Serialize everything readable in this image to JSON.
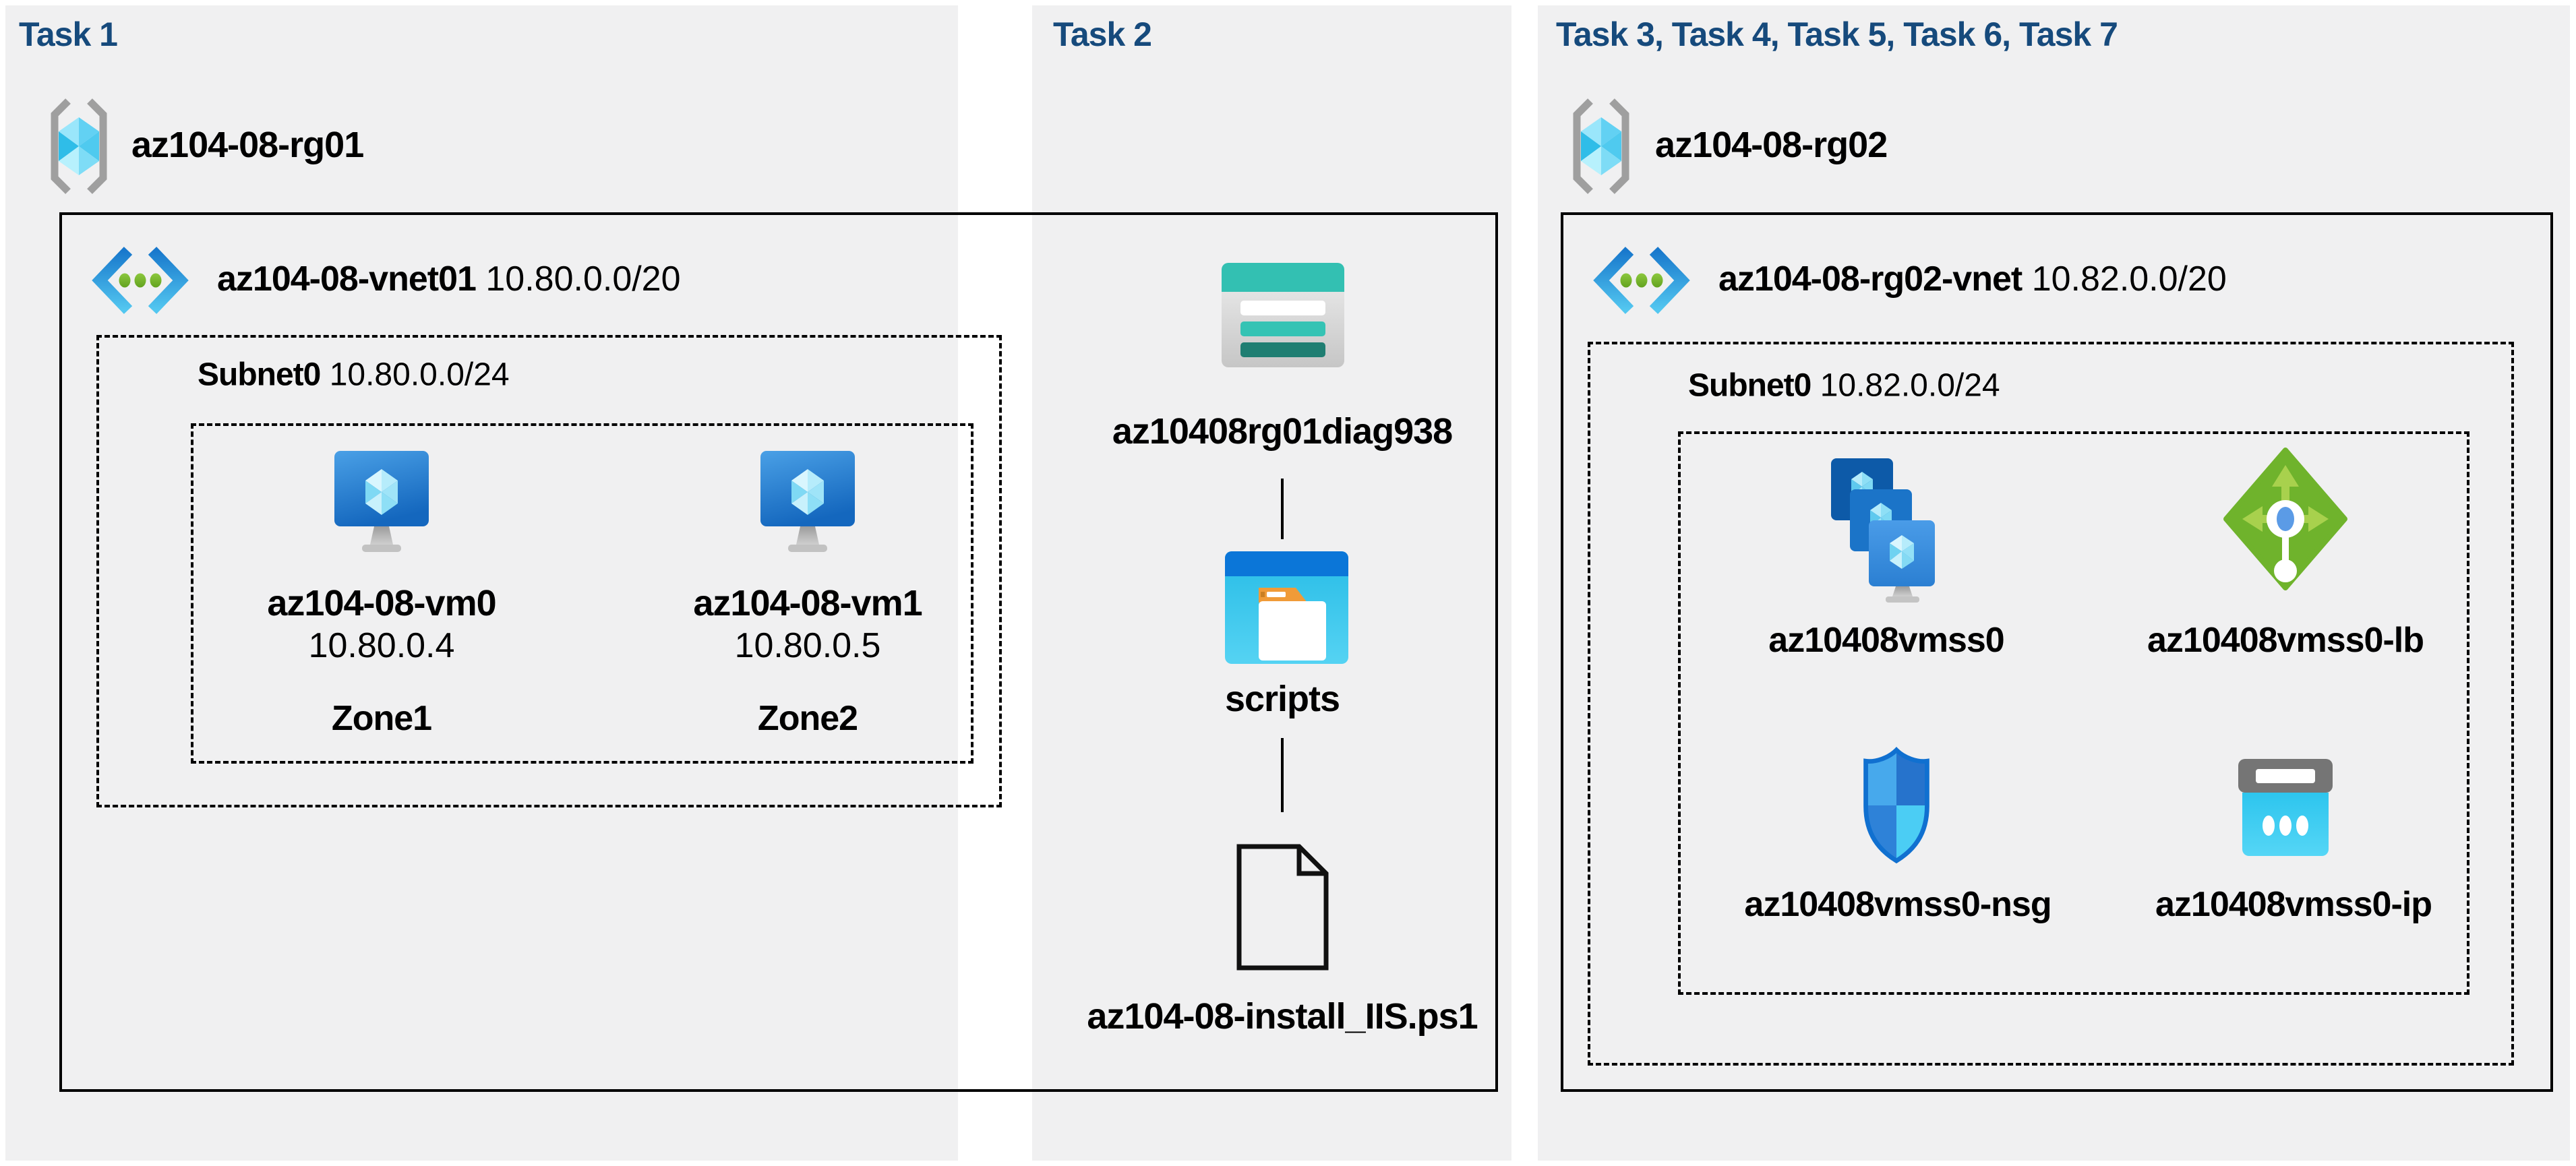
{
  "task1": {
    "heading": "Task 1",
    "resource_group": "az104-08-rg01",
    "vnet_name": "az104-08-vnet01",
    "vnet_cidr": "10.80.0.0/20",
    "subnet_name": "Subnet0",
    "subnet_cidr": "10.80.0.0/24",
    "vm0": {
      "name": "az104-08-vm0",
      "ip": "10.80.0.4",
      "zone": "Zone1"
    },
    "vm1": {
      "name": "az104-08-vm1",
      "ip": "10.80.0.5",
      "zone": "Zone2"
    }
  },
  "task2": {
    "heading": "Task 2",
    "storage_account": "az10408rg01diag938",
    "container": "scripts",
    "script_file": "az104-08-install_IIS.ps1"
  },
  "task3": {
    "heading": "Task 3, Task 4, Task 5, Task 6, Task 7",
    "resource_group": "az104-08-rg02",
    "vnet_name": "az104-08-rg02-vnet",
    "vnet_cidr": "10.82.0.0/20",
    "subnet_name": "Subnet0",
    "subnet_cidr": "10.82.0.0/24",
    "vmss": "az10408vmss0",
    "load_balancer": "az10408vmss0-lb",
    "nsg": "az10408vmss0-nsg",
    "public_ip": "az10408vmss0-ip"
  },
  "colors": {
    "heading_blue": "#164a7c",
    "panel_gray": "#f0f0f1",
    "azure_blue": "#0b76d8",
    "storage_teal": "#33c0b2",
    "lb_green": "#6fb32c",
    "folder_orange": "#f09b38"
  }
}
